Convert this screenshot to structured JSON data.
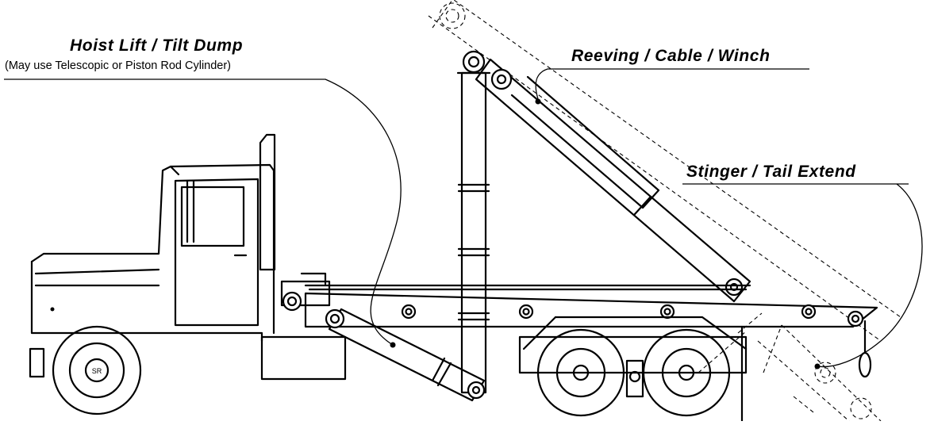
{
  "callouts": {
    "hoist": {
      "title": "Hoist Lift / Tilt Dump",
      "subtitle": "(May use Telescopic or Piston Rod Cylinder)"
    },
    "reeving": {
      "title": "Reeving / Cable / Winch"
    },
    "stinger": {
      "title": "Stinger / Tail Extend"
    }
  },
  "emblem": {
    "text": "SR"
  },
  "colors": {
    "line": "#000000",
    "background": "#ffffff"
  }
}
